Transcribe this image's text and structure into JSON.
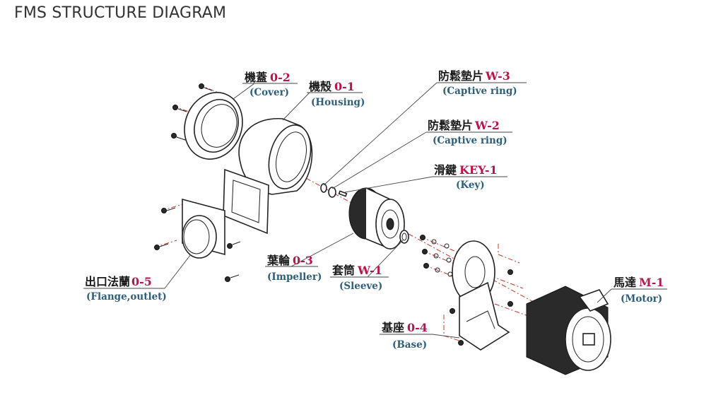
{
  "title": "FMS STRUCTURE DIAGRAM",
  "labels": {
    "cover": {
      "zh": "機蓋",
      "code": "0-2",
      "en": "(Cover)"
    },
    "housing": {
      "zh": "機殼",
      "code": "0-1",
      "en": "(Housing)"
    },
    "w3": {
      "zh": "防鬆墊片",
      "code": "W-3",
      "en": "(Captive ring)"
    },
    "w2": {
      "zh": "防鬆墊片",
      "code": "W-2",
      "en": "(Captive ring)"
    },
    "key": {
      "zh": "滑鍵",
      "code": "KEY-1",
      "en": "(Key)"
    },
    "impeller": {
      "zh": "葉輪",
      "code": "0-3",
      "en": "(Impeller)"
    },
    "sleeve": {
      "zh": "套筒",
      "code": "W-1",
      "en": "(Sleeve)"
    },
    "flange": {
      "zh": "出口法蘭",
      "code": "0-5",
      "en": "(Flange,outlet)"
    },
    "base": {
      "zh": "基座",
      "code": "0-4",
      "en": "(Base)"
    },
    "motor": {
      "zh": "馬達",
      "code": "M-1",
      "en": "(Motor)"
    }
  },
  "colors": {
    "code": "#b5174a",
    "english": "#2e5e78",
    "axis": "#c0392b"
  }
}
